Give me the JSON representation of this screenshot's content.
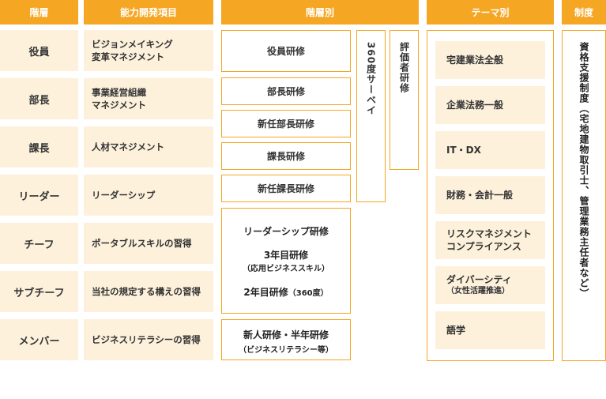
{
  "headers": {
    "level": "階層",
    "ability": "能力開発項目",
    "by_level": "階層別",
    "by_theme": "テーマ別",
    "system": "制度"
  },
  "rows": [
    {
      "level": "役員",
      "ability": "ビジョンメイキング\n変革マネジメント"
    },
    {
      "level": "部長",
      "ability": "事業経営組織\nマネジメント"
    },
    {
      "level": "課長",
      "ability": "人材マネジメント"
    },
    {
      "level": "リーダー",
      "ability": "リーダーシップ"
    },
    {
      "level": "チーフ",
      "ability": "ポータブルスキルの習得"
    },
    {
      "level": "サブチーフ",
      "ability": "当社の規定する構えの習得"
    },
    {
      "level": "メンバー",
      "ability": "ビジネスリテラシーの習得"
    }
  ],
  "trainings": {
    "executive": "役員研修",
    "gm": "部長研修",
    "new_gm": "新任部長研修",
    "manager": "課長研修",
    "new_manager": "新任課長研修",
    "leadership": "リーダーシップ研修",
    "year3": "3年目研修",
    "year3_sub": "（応用ビジネススキル）",
    "year2": "2年目研修",
    "year2_sub": "（360度）",
    "new_hire": "新人研修・半年研修",
    "new_hire_sub": "（ビジネスリテラシー等）"
  },
  "survey_360": "360度サーベイ",
  "evaluator": "評価者研修",
  "themes": [
    {
      "label": "宅建業法全般",
      "sub": ""
    },
    {
      "label": "企業法務一般",
      "sub": ""
    },
    {
      "label": "IT・DX",
      "sub": ""
    },
    {
      "label": "財務・会計一般",
      "sub": ""
    },
    {
      "label": "リスクマネジメント\nコンプライアンス",
      "sub": ""
    },
    {
      "label": "ダイバーシティ",
      "sub": "（女性活躍推進）"
    },
    {
      "label": "語学",
      "sub": ""
    }
  ],
  "certification": "資格支援制度（宅地建物取引士、管理業務主任者など）",
  "colors": {
    "accent": "#f5a623",
    "fill": "#fdf1dc"
  }
}
